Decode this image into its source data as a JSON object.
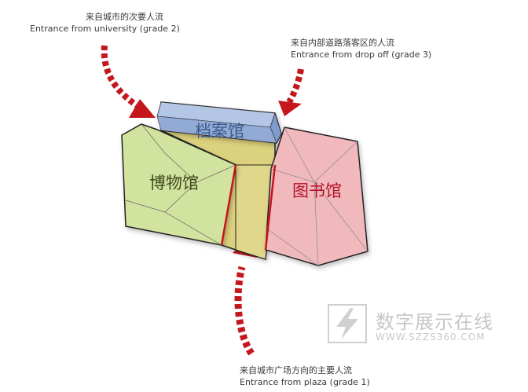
{
  "annotations": {
    "university": {
      "cn": "来自城市的次要人流",
      "en": "Entrance from university (grade 2)"
    },
    "dropoff": {
      "cn": "来自内部道路落客区的人流",
      "en": "Entrance from drop off (grade 3)"
    },
    "plaza": {
      "cn": "来自城市广场方向的主要人流",
      "en": "Entrance from plaza (grade 1)"
    }
  },
  "buildings": {
    "archives": {
      "label": "档案馆",
      "color": "#3c5a8c"
    },
    "museum": {
      "label": "博物馆",
      "color": "#3e4a1c"
    },
    "library": {
      "label": "图书馆",
      "color": "#b3142a"
    }
  },
  "colors": {
    "arrow": "#c4161c",
    "museum_fill": "#d2e3a0",
    "archives_fill": "#9db5dc",
    "library_fill": "#f2b9bd",
    "courtyard_fill": "#dcd17c"
  },
  "watermark": {
    "title": "数字展示在线",
    "url": "WWW.SZZS360.COM",
    "icon": "lightning-logo"
  }
}
